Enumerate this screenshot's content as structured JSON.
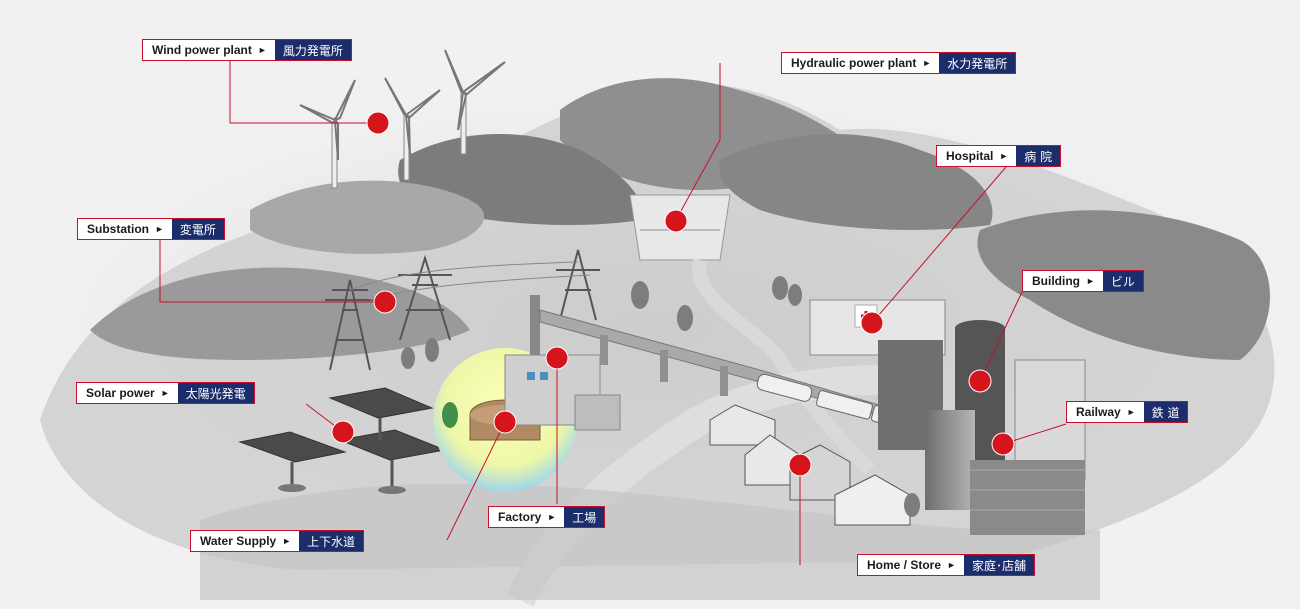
{
  "labels": [
    {
      "id": "wind",
      "en": "Wind power plant",
      "jp": "風力発電所",
      "arrow": "►"
    },
    {
      "id": "hydro",
      "en": "Hydraulic power plant",
      "jp": "水力発電所",
      "arrow": "►"
    },
    {
      "id": "hospital",
      "en": "Hospital",
      "jp": "病 院",
      "arrow": "►"
    },
    {
      "id": "substation",
      "en": "Substation",
      "jp": "変電所",
      "arrow": "►"
    },
    {
      "id": "building",
      "en": "Building",
      "jp": "ビル",
      "arrow": "►"
    },
    {
      "id": "solar",
      "en": "Solar power",
      "jp": "太陽光発電",
      "arrow": "►"
    },
    {
      "id": "railway",
      "en": "Railway",
      "jp": "鉄 道",
      "arrow": "►"
    },
    {
      "id": "factory",
      "en": "Factory",
      "jp": "工場",
      "arrow": "►"
    },
    {
      "id": "water",
      "en": "Water Supply",
      "jp": "上下水道",
      "arrow": "►"
    },
    {
      "id": "home",
      "en": "Home / Store",
      "jp": "家庭･店舗",
      "arrow": "►"
    }
  ],
  "colors": {
    "accent": "#d6141c",
    "label_bg": "#1c2d6b",
    "label_border": "#c8102e"
  }
}
